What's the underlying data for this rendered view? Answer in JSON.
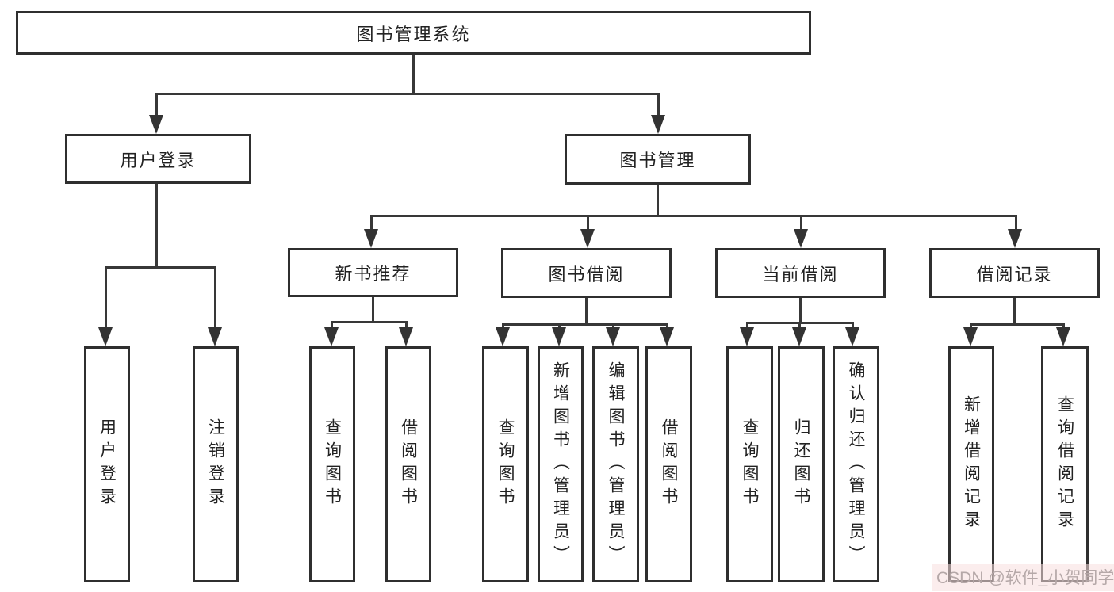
{
  "diagram": {
    "root": {
      "label": "图书管理系统"
    },
    "branches": [
      {
        "label": "用户登录",
        "children": [
          {
            "label": "用户登录"
          },
          {
            "label": "注销登录"
          }
        ]
      },
      {
        "label": "图书管理",
        "children": [
          {
            "label": "新书推荐",
            "children": [
              {
                "label": "查询图书"
              },
              {
                "label": "借阅图书"
              }
            ]
          },
          {
            "label": "图书借阅",
            "children": [
              {
                "label": "查询图书"
              },
              {
                "label": "新增图书（管理员）"
              },
              {
                "label": "编辑图书（管理员）"
              },
              {
                "label": "借阅图书"
              }
            ]
          },
          {
            "label": "当前借阅",
            "children": [
              {
                "label": "查询图书"
              },
              {
                "label": "归还图书"
              },
              {
                "label": "确认归还（管理员）"
              }
            ]
          },
          {
            "label": "借阅记录",
            "children": [
              {
                "label": "新增借阅记录"
              },
              {
                "label": "查询借阅记录"
              }
            ]
          }
        ]
      }
    ]
  },
  "watermark": {
    "text": "CSDN @软件_小贺同学"
  },
  "colors": {
    "line": "#383838",
    "box_border": "#2f2f2f",
    "text": "#222222",
    "background": "#ffffff",
    "watermark_text": "#b5a8a8",
    "watermark_tint": "#f7dfdf"
  }
}
